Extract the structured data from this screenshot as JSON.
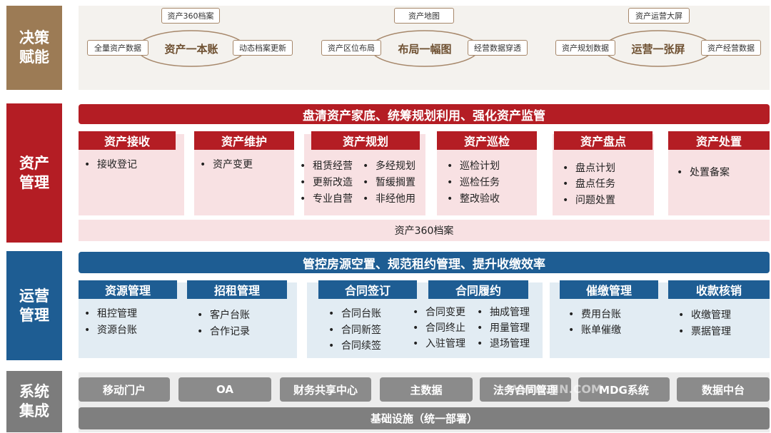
{
  "side_labels": {
    "decision": "决策\n赋能",
    "asset": "资产\n管理",
    "operation": "运营\n管理",
    "system": "系统\n集成"
  },
  "decision": {
    "groups": [
      {
        "center": "资产一本账",
        "top": "资产360档案",
        "left": "全量资产数据",
        "right": "动态档案更新"
      },
      {
        "center": "布局一幅图",
        "top": "资产地图",
        "left": "资产区位布局",
        "right": "经营数据穿透"
      },
      {
        "center": "运营一张屏",
        "top": "资产运营大屏",
        "left": "资产规划数据",
        "right": "资产经营数据"
      }
    ]
  },
  "asset": {
    "banner": "盘清资产家底、统筹规划利用、强化资产监管",
    "columns": [
      {
        "title": "资产接收",
        "items": [
          "接收登记"
        ]
      },
      {
        "title": "资产维护",
        "items": [
          "资产变更"
        ]
      },
      {
        "title": "资产规划",
        "items_left": [
          "租赁经营",
          "更新改造",
          "专业自营"
        ],
        "items_right": [
          "多经规划",
          "暂缓搁置",
          "非经他用"
        ]
      },
      {
        "title": "资产巡检",
        "items": [
          "巡检计划",
          "巡检任务",
          "整改验收"
        ]
      },
      {
        "title": "资产盘点",
        "items": [
          "盘点计划",
          "盘点任务",
          "问题处置"
        ]
      },
      {
        "title": "资产处置",
        "items": [
          "处置备案"
        ]
      }
    ],
    "footer": "资产360档案"
  },
  "operation": {
    "banner": "管控房源空置、规范租约管理、提升收缴效率",
    "columns": [
      {
        "title": "资源管理",
        "items": [
          "租控管理",
          "资源台账"
        ]
      },
      {
        "title": "招租管理",
        "items": [
          "客户台账",
          "合作记录"
        ]
      },
      {
        "title": "合同签订",
        "items": [
          "合同台账",
          "合同新签",
          "合同续签"
        ]
      },
      {
        "title": "合同履约",
        "items_left": [
          "合同变更",
          "合同终止",
          "入驻管理"
        ],
        "items_right": [
          "抽成管理",
          "用量管理",
          "退场管理"
        ]
      },
      {
        "title": "催缴管理",
        "items": [
          "费用台账",
          "账单催缴"
        ]
      },
      {
        "title": "收款核销",
        "items": [
          "收缴管理",
          "票据管理"
        ]
      }
    ]
  },
  "system": {
    "buttons": [
      "移动门户",
      "OA",
      "财务共享中心",
      "主数据",
      "法务合同管理",
      "MDG系统",
      "数据中台"
    ],
    "footer": "基础设施（统一部署）"
  },
  "watermark": "WWW.NN.COM"
}
